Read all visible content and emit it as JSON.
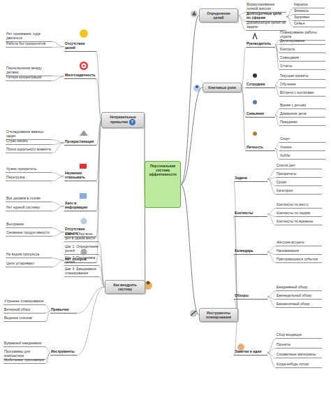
{
  "diagram": {
    "nodes": [
      {
        "text": [
          "Персональная система эффективности"
        ]
      },
      {
        "text": [
          "Определение целей"
        ]
      },
      {
        "text": [
          "Формулирование личной миссии"
        ]
      },
      {
        "text": [
          "Долгосрочные цели по сферам"
        ]
      },
      {
        "text": [
          "Карьера"
        ]
      },
      {
        "text": [
          "Финансы"
        ]
      },
      {
        "text": [
          "Здоровье"
        ]
      },
      {
        "text": [
          "Семья"
        ]
      },
      {
        "text": [
          "Декомпозиция целей на задачи"
        ]
      },
      {
        "text": [
          "Ключевые роли"
        ]
      },
      {
        "text": [
          "Руководитель"
        ]
      },
      {
        "text": [
          "Планирование работы отдела"
        ]
      },
      {
        "text": [
          "Делегирование"
        ]
      },
      {
        "text": [
          "Контроль"
        ]
      },
      {
        "text": [
          "Совещания"
        ]
      },
      {
        "text": [
          "Отчёты"
        ]
      },
      {
        "text": [
          "Сотрудник"
        ]
      },
      {
        "text": [
          "Текущие проекты"
        ]
      },
      {
        "text": [
          "Обучение"
        ]
      },
      {
        "text": [
          "Встречи с коллегами"
        ]
      },
      {
        "text": [
          "Семьянин"
        ]
      },
      {
        "text": [
          "Время с детьми"
        ]
      },
      {
        "text": [
          "Домашние дела"
        ]
      },
      {
        "text": [
          "Праздники"
        ]
      },
      {
        "text": [
          "Личность"
        ]
      },
      {
        "text": [
          "Спорт"
        ]
      },
      {
        "text": [
          "Чтение"
        ]
      },
      {
        "text": [
          "Хобби"
        ]
      },
      {
        "text": [
          "Инструменты планирования"
        ]
      },
      {
        "text": [
          "Задачи"
        ]
      },
      {
        "text": [
          "Список дел"
        ]
      },
      {
        "text": [
          "Приоритеты"
        ]
      },
      {
        "text": [
          "Сроки"
        ]
      },
      {
        "text": [
          "Категории"
        ]
      },
      {
        "text": [
          "Контексты"
        ]
      },
      {
        "text": [
          "Контексты по месту"
        ]
      },
      {
        "text": [
          "Контексты по людям"
        ]
      },
      {
        "text": [
          "Контексты по времени"
        ]
      },
      {
        "text": [
          "Календарь"
        ]
      },
      {
        "text": [
          "Жёсткие встречи"
        ]
      },
      {
        "text": [
          "Напоминания"
        ]
      },
      {
        "text": [
          "Повторяющиеся события"
        ]
      },
      {
        "text": [
          "Обзоры"
        ]
      },
      {
        "text": [
          "Ежедневный обзор"
        ]
      },
      {
        "text": [
          "Еженедельный обзор"
        ]
      },
      {
        "text": [
          "Ежемесячный обзор"
        ]
      },
      {
        "text": [
          "Заметки и идеи"
        ]
      },
      {
        "text": [
          "Сбор входящих"
        ]
      },
      {
        "text": [
          "Проекты"
        ]
      },
      {
        "text": [
          "Справочные материалы"
        ]
      },
      {
        "text": [
          "Когда-нибудь потом"
        ]
      },
      {
        "text": [
          "Неправильные привычки",
          "7"
        ]
      },
      {
        "text": [
          "Отсутствие целей"
        ]
      },
      {
        "text": [
          "Нет понимания, куда двигаться"
        ]
      },
      {
        "text": [
          "Работа без приоритетов"
        ]
      },
      {
        "text": [
          "Многозадачность"
        ]
      },
      {
        "text": [
          "Переключение между делами"
        ]
      },
      {
        "text": [
          "Потеря концентрации"
        ]
      },
      {
        "text": [
          "Прокрастинация"
        ]
      },
      {
        "text": [
          "Откладывание важных задач"
        ]
      },
      {
        "text": [
          "Страх начать"
        ]
      },
      {
        "text": [
          "Поиск идеального момента"
        ]
      },
      {
        "text": [
          "Неумение отказывать"
        ]
      },
      {
        "text": [
          "Чужие приоритеты"
        ]
      },
      {
        "text": [
          "Перегрузка"
        ]
      },
      {
        "text": [
          "Хаос в информации"
        ]
      },
      {
        "text": [
          "Всё держим в голове"
        ]
      },
      {
        "text": [
          "Нет единой системы"
        ]
      },
      {
        "text": [
          "Отсутствие отдыха"
        ]
      },
      {
        "text": [
          "Выгорание"
        ]
      },
      {
        "text": [
          "Снижение продуктивности"
        ]
      },
      {
        "text": [
          "Нет обзоров"
        ]
      },
      {
        "text": [
          "Не видим прогресса"
        ]
      },
      {
        "text": [
          "Цели устаревают"
        ]
      },
      {
        "text": [
          "Как внедрить систему"
        ]
      },
      {
        "text": [
          "Шаг 1. Сбор всех дел в одном месте"
        ]
      },
      {
        "text": [
          "Шаг 2. Определение ролей"
        ]
      },
      {
        "text": [
          "Шаг 3. Постановка целей"
        ]
      },
      {
        "text": [
          "Шаг 4. Ежедневное планирование"
        ]
      },
      {
        "text": [
          "Привычки"
        ]
      },
      {
        "text": [
          "Утреннее планирование"
        ]
      },
      {
        "text": [
          "Вечерний обзор"
        ]
      },
      {
        "text": [
          "Ведение списков"
        ]
      },
      {
        "text": [
          "Инструменты"
        ]
      },
      {
        "text": [
          "Бумажный ежедневник"
        ]
      },
      {
        "text": [
          "Программы для компьютера"
        ]
      },
      {
        "text": [
          "Мобильные приложения"
        ]
      }
    ],
    "edges": [
      {
        "from": 0,
        "to": 1,
        "arrow": "none"
      },
      {
        "from": 1,
        "to": 2,
        "arrow": "none"
      },
      {
        "from": 1,
        "to": 3,
        "arrow": "none"
      },
      {
        "from": 3,
        "to": 4,
        "arrow": "none"
      },
      {
        "from": 3,
        "to": 5,
        "arrow": "none"
      },
      {
        "from": 3,
        "to": 6,
        "arrow": "none"
      },
      {
        "from": 3,
        "to": 7,
        "arrow": "none"
      },
      {
        "from": 1,
        "to": 8,
        "arrow": "none"
      },
      {
        "from": 0,
        "to": 9,
        "arrow": "none"
      },
      {
        "from": 9,
        "to": 10,
        "arrow": "none"
      },
      {
        "from": 10,
        "to": 11,
        "arrow": "none"
      },
      {
        "from": 10,
        "to": 12,
        "arrow": "none"
      },
      {
        "from": 10,
        "to": 13,
        "arrow": "none"
      },
      {
        "from": 10,
        "to": 14,
        "arrow": "none"
      },
      {
        "from": 10,
        "to": 15,
        "arrow": "none"
      },
      {
        "from": 9,
        "to": 16,
        "arrow": "none"
      },
      {
        "from": 16,
        "to": 17,
        "arrow": "none"
      },
      {
        "from": 16,
        "to": 18,
        "arrow": "none"
      },
      {
        "from": 16,
        "to": 19,
        "arrow": "none"
      },
      {
        "from": 9,
        "to": 20,
        "arrow": "none"
      },
      {
        "from": 20,
        "to": 21,
        "arrow": "none"
      },
      {
        "from": 20,
        "to": 22,
        "arrow": "none"
      },
      {
        "from": 20,
        "to": 23,
        "arrow": "none"
      },
      {
        "from": 9,
        "to": 24,
        "arrow": "none"
      },
      {
        "from": 24,
        "to": 25,
        "arrow": "none"
      },
      {
        "from": 24,
        "to": 26,
        "arrow": "none"
      },
      {
        "from": 24,
        "to": 27,
        "arrow": "none"
      },
      {
        "from": 0,
        "to": 28,
        "arrow": "none"
      },
      {
        "from": 28,
        "to": 29,
        "arrow": "none"
      },
      {
        "from": 29,
        "to": 30,
        "arrow": "none"
      },
      {
        "from": 29,
        "to": 31,
        "arrow": "none"
      },
      {
        "from": 29,
        "to": 32,
        "arrow": "none"
      },
      {
        "from": 29,
        "to": 33,
        "arrow": "none"
      },
      {
        "from": 28,
        "to": 34,
        "arrow": "none"
      },
      {
        "from": 34,
        "to": 35,
        "arrow": "none"
      },
      {
        "from": 34,
        "to": 36,
        "arrow": "none"
      },
      {
        "from": 34,
        "to": 37,
        "arrow": "none"
      },
      {
        "from": 28,
        "to": 38,
        "arrow": "none"
      },
      {
        "from": 38,
        "to": 39,
        "arrow": "none"
      },
      {
        "from": 38,
        "to": 40,
        "arrow": "none"
      },
      {
        "from": 38,
        "to": 41,
        "arrow": "none"
      },
      {
        "from": 28,
        "to": 42,
        "arrow": "none"
      },
      {
        "from": 42,
        "to": 43,
        "arrow": "none"
      },
      {
        "from": 42,
        "to": 44,
        "arrow": "none"
      },
      {
        "from": 42,
        "to": 45,
        "arrow": "none"
      },
      {
        "from": 28,
        "to": 46,
        "arrow": "none"
      },
      {
        "from": 46,
        "to": 47,
        "arrow": "none"
      },
      {
        "from": 46,
        "to": 48,
        "arrow": "none"
      },
      {
        "from": 46,
        "to": 49,
        "arrow": "none"
      },
      {
        "from": 46,
        "to": 50,
        "arrow": "none"
      },
      {
        "from": 0,
        "to": 51,
        "arrow": "none"
      },
      {
        "from": 51,
        "to": 52,
        "arrow": "none"
      },
      {
        "from": 52,
        "to": 53,
        "arrow": "none"
      },
      {
        "from": 52,
        "to": 54,
        "arrow": "none"
      },
      {
        "from": 51,
        "to": 55,
        "arrow": "none"
      },
      {
        "from": 55,
        "to": 56,
        "arrow": "none"
      },
      {
        "from": 55,
        "to": 57,
        "arrow": "none"
      },
      {
        "from": 51,
        "to": 58,
        "arrow": "none"
      },
      {
        "from": 58,
        "to": 59,
        "arrow": "none"
      },
      {
        "from": 58,
        "to": 60,
        "arrow": "none"
      },
      {
        "from": 58,
        "to": 61,
        "arrow": "none"
      },
      {
        "from": 51,
        "to": 62,
        "arrow": "none"
      },
      {
        "from": 62,
        "to": 63,
        "arrow": "none"
      },
      {
        "from": 62,
        "to": 64,
        "arrow": "none"
      },
      {
        "from": 51,
        "to": 65,
        "arrow": "none"
      },
      {
        "from": 65,
        "to": 66,
        "arrow": "none"
      },
      {
        "from": 65,
        "to": 67,
        "arrow": "none"
      },
      {
        "from": 51,
        "to": 68,
        "arrow": "none"
      },
      {
        "from": 68,
        "to": 69,
        "arrow": "none"
      },
      {
        "from": 68,
        "to": 70,
        "arrow": "none"
      },
      {
        "from": 51,
        "to": 71,
        "arrow": "none"
      },
      {
        "from": 71,
        "to": 72,
        "arrow": "none"
      },
      {
        "from": 71,
        "to": 73,
        "arrow": "none"
      },
      {
        "from": 0,
        "to": 74,
        "arrow": "none"
      },
      {
        "from": 74,
        "to": 75,
        "arrow": "none"
      },
      {
        "from": 74,
        "to": 76,
        "arrow": "none"
      },
      {
        "from": 74,
        "to": 77,
        "arrow": "none"
      },
      {
        "from": 74,
        "to": 78,
        "arrow": "none"
      },
      {
        "from": 74,
        "to": 79,
        "arrow": "none"
      },
      {
        "from": 79,
        "to": 80,
        "arrow": "none"
      },
      {
        "from": 79,
        "to": 81,
        "arrow": "none"
      },
      {
        "from": 79,
        "to": 82,
        "arrow": "none"
      },
      {
        "from": 74,
        "to": 83,
        "arrow": "none"
      },
      {
        "from": 83,
        "to": 84,
        "arrow": "none"
      },
      {
        "from": 83,
        "to": 85,
        "arrow": "none"
      },
      {
        "from": 83,
        "to": 86,
        "arrow": "none"
      }
    ]
  }
}
